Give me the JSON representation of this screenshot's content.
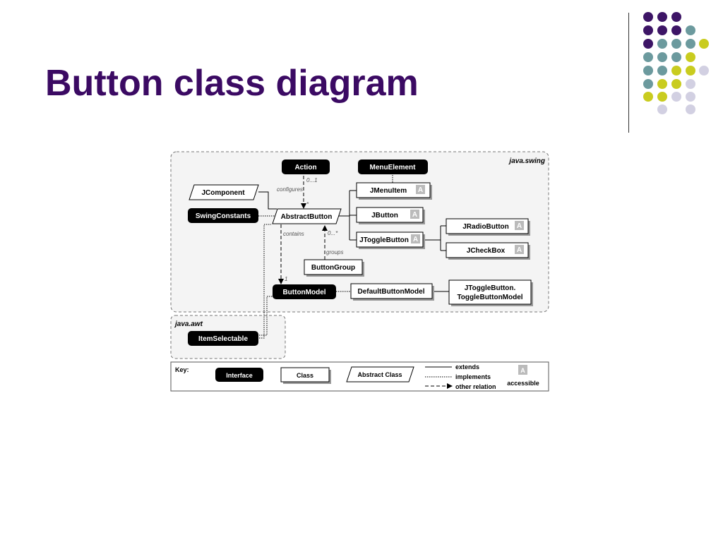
{
  "slide": {
    "title": "Button class diagram"
  },
  "diagram": {
    "packages": {
      "swing": "java.swing",
      "awt": "java.awt"
    },
    "interfaces": {
      "action": "Action",
      "menu_element": "MenuElement",
      "swing_constants": "SwingConstants",
      "button_model": "ButtonModel",
      "item_selectable": "ItemSelectable"
    },
    "abstract_classes": {
      "jcomponent": "JComponent",
      "abstract_button": "AbstractButton"
    },
    "classes": {
      "jmenuitem": "JMenuItem",
      "jbutton": "JButton",
      "jtogglebutton": "JToggleButton",
      "jradiobutton": "JRadioButton",
      "jcheckbox": "JCheckBox",
      "button_group": "ButtonGroup",
      "default_button_model": "DefaultButtonModel",
      "toggle_model_line1": "JToggleButton.",
      "toggle_model_line2": "ToggleButtonModel"
    },
    "relations": {
      "configures": "configures",
      "contains": "contains",
      "groups": "groups",
      "mult_action": "0...1",
      "mult_star": "*",
      "mult_groups": "0...*",
      "mult_one": "1"
    },
    "accessible_badge": "A"
  },
  "key": {
    "title": "Key:",
    "interface": "Interface",
    "class": "Class",
    "abstract_class": "Abstract Class",
    "extends": "extends",
    "implements": "implements",
    "other_relation": "other relation",
    "accessible": "accessible",
    "badge": "A"
  },
  "colors": {
    "title": "#3b0a63",
    "purple": "#3d1566",
    "teal": "#6c9a9e",
    "yellow": "#c9cc1f",
    "lavender": "#d2d0e2"
  }
}
